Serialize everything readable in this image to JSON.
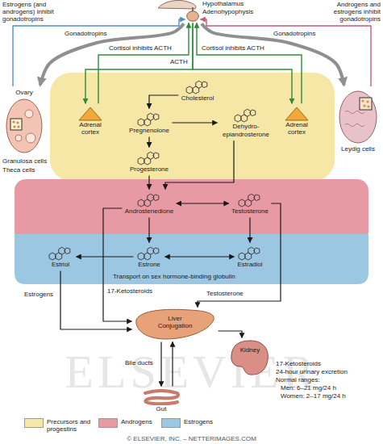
{
  "diagram": {
    "nodes": [
      {
        "text": [
          "Adenohypophysis"
        ]
      },
      {
        "text": [
          "Ovary"
        ]
      },
      {
        "text": [
          "Leydig cells"
        ]
      },
      {
        "text": [
          "Adrenal cortex"
        ]
      },
      {
        "text": [
          "Adrenal cortex"
        ]
      },
      {
        "text": [
          "Cholesterol"
        ]
      },
      {
        "text": [
          "Pregnenolone"
        ]
      },
      {
        "text": [
          "Dehydro-epiandrosterone"
        ]
      },
      {
        "text": [
          "Progesterone"
        ]
      },
      {
        "text": [
          "Androstenedione"
        ]
      },
      {
        "text": [
          "Testosterone"
        ]
      },
      {
        "text": [
          "Estriol"
        ]
      },
      {
        "text": [
          "Estrone"
        ]
      },
      {
        "text": [
          "Estradiol"
        ]
      },
      {
        "text": [
          "Liver",
          "Conjugation"
        ]
      },
      {
        "text": [
          "Kidney"
        ]
      },
      {
        "text": [
          "Gut"
        ]
      }
    ],
    "edges": [
      {
        "from": 0,
        "to": 1,
        "arrow": "to",
        "label": "Gonadotropins"
      },
      {
        "from": 0,
        "to": 2,
        "arrow": "to",
        "label": "Gonadotropins"
      },
      {
        "from": 1,
        "to": 0,
        "arrow": "to",
        "label": "Estrogens (and androgens) inhibit gonadotropins"
      },
      {
        "from": 2,
        "to": 0,
        "arrow": "to",
        "label": "Androgens and estrogens inhibit gonadotropins"
      },
      {
        "from": 3,
        "to": 0,
        "arrow": "to",
        "label": "Cortisol inhibits ACTH"
      },
      {
        "from": 4,
        "to": 0,
        "arrow": "to",
        "label": "Cortisol inhibits ACTH"
      },
      {
        "from": 0,
        "to": 3,
        "arrow": "to"
      },
      {
        "from": 0,
        "to": 4,
        "arrow": "to"
      },
      {
        "from": 5,
        "to": 6,
        "arrow": "to"
      },
      {
        "from": 6,
        "to": 7,
        "arrow": "to"
      },
      {
        "from": 6,
        "to": 8,
        "arrow": "to"
      },
      {
        "from": 8,
        "to": 9,
        "arrow": "to"
      },
      {
        "from": 7,
        "to": 9,
        "arrow": "to"
      },
      {
        "from": 9,
        "to": 10,
        "arrow": "both"
      },
      {
        "from": 9,
        "to": 12,
        "arrow": "to"
      },
      {
        "from": 10,
        "to": 13,
        "arrow": "to"
      },
      {
        "from": 12,
        "to": 13,
        "arrow": "both"
      },
      {
        "from": 12,
        "to": 11,
        "arrow": "to"
      },
      {
        "from": 11,
        "to": 14,
        "arrow": "to",
        "label": "Estrogens"
      },
      {
        "from": 10,
        "to": 14,
        "arrow": "to",
        "label": "Testosterone"
      },
      {
        "from": 9,
        "to": 14,
        "arrow": "to",
        "label": "17-Ketosteroids"
      },
      {
        "from": 14,
        "to": 15,
        "arrow": "to"
      },
      {
        "from": 14,
        "to": 16,
        "arrow": "to",
        "label": "Bile ducts"
      },
      {
        "from": 16,
        "to": 14,
        "arrow": "to"
      }
    ],
    "labels": [
      "Hypothalamus",
      "ACTH",
      "Granulosa cells",
      "Theca cells",
      "Transport on sex hormone-binding globulin",
      "17-Ketosteroids",
      "24-hour urinary excretion",
      "Normal ranges:",
      "Men: 6–21 mg/24 h",
      "Women: 2–17 mg/24 h",
      "ELSEVIER",
      "© ELSEVIER, INC. – NETTERIMAGES.COM"
    ],
    "legend": [
      {
        "text": "Precursors and progestins",
        "color": "#f6e7a6"
      },
      {
        "text": "Androgens",
        "color": "#e79aa3"
      },
      {
        "text": "Estrogens",
        "color": "#9cc7e3"
      }
    ]
  }
}
